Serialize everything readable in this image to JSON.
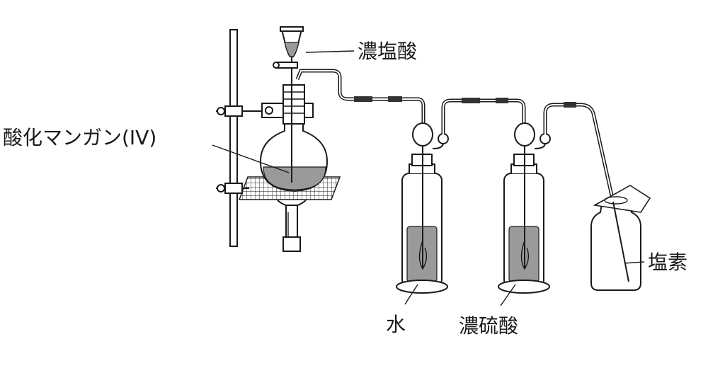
{
  "labels": {
    "concentrated_hcl": "濃塩酸",
    "manganese_oxide": "酸化マンガン(IV)",
    "water": "水",
    "concentrated_sulfuric_acid": "濃硫酸",
    "chlorine": "塩素"
  }
}
